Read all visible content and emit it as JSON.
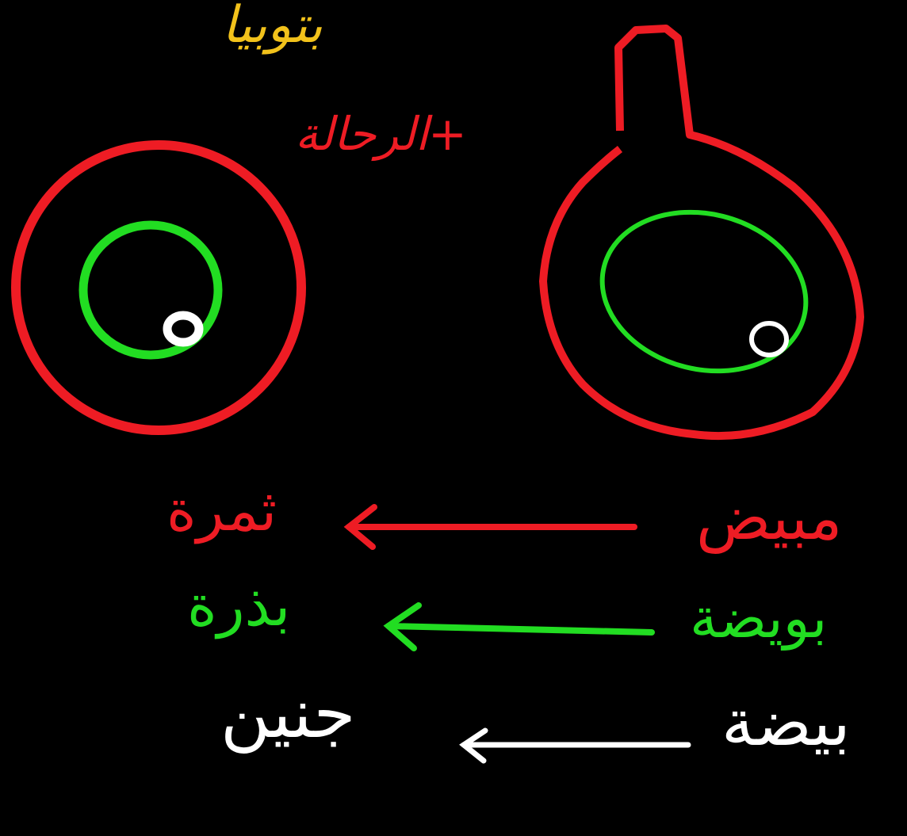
{
  "colors": {
    "background": "#000000",
    "red": "#ee1c24",
    "green": "#22dd22",
    "white": "#ffffff",
    "yellow": "#f2c21b"
  },
  "header": {
    "yellow_text": "بتوبيا",
    "red_text": "+الرحالة"
  },
  "rows": [
    {
      "from": "مبيض",
      "to": "ثمرة",
      "color": "red"
    },
    {
      "from": "بويضة",
      "to": "بذرة",
      "color": "green"
    },
    {
      "from": "بيضة",
      "to": "جنين",
      "color": "white"
    }
  ]
}
